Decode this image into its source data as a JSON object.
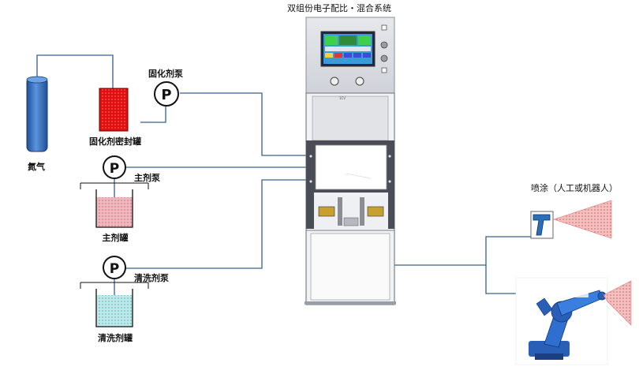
{
  "title": "双组份电子配比・混合系统",
  "labels": {
    "nitrogen": "氮气",
    "curing_seal_tank": "固化剂密封罐",
    "curing_pump": "固化剂泵",
    "main_pump": "主剂泵",
    "main_tank": "主剂罐",
    "cleaning_pump": "清洗剂泵",
    "cleaning_tank": "清洗剂罐",
    "spray": "喷涂（人工或机器人）",
    "pump_symbol": "P",
    "cabinet_tag": "1CV"
  },
  "colors": {
    "pipe": "#3a5f8a",
    "cylinder": "#3a76c4",
    "seal_tank": "#e01010",
    "main_liquid": "#e8a0a8",
    "cleaning_liquid": "#a8dde0",
    "spray_cone": "#e89090",
    "screen": "#3a9bd8",
    "robot": "#2a5fb8"
  },
  "icons": [
    "nitrogen-cylinder-icon",
    "pump-icon",
    "spray-gun-icon",
    "robot-arm-icon",
    "control-cabinet-icon"
  ]
}
